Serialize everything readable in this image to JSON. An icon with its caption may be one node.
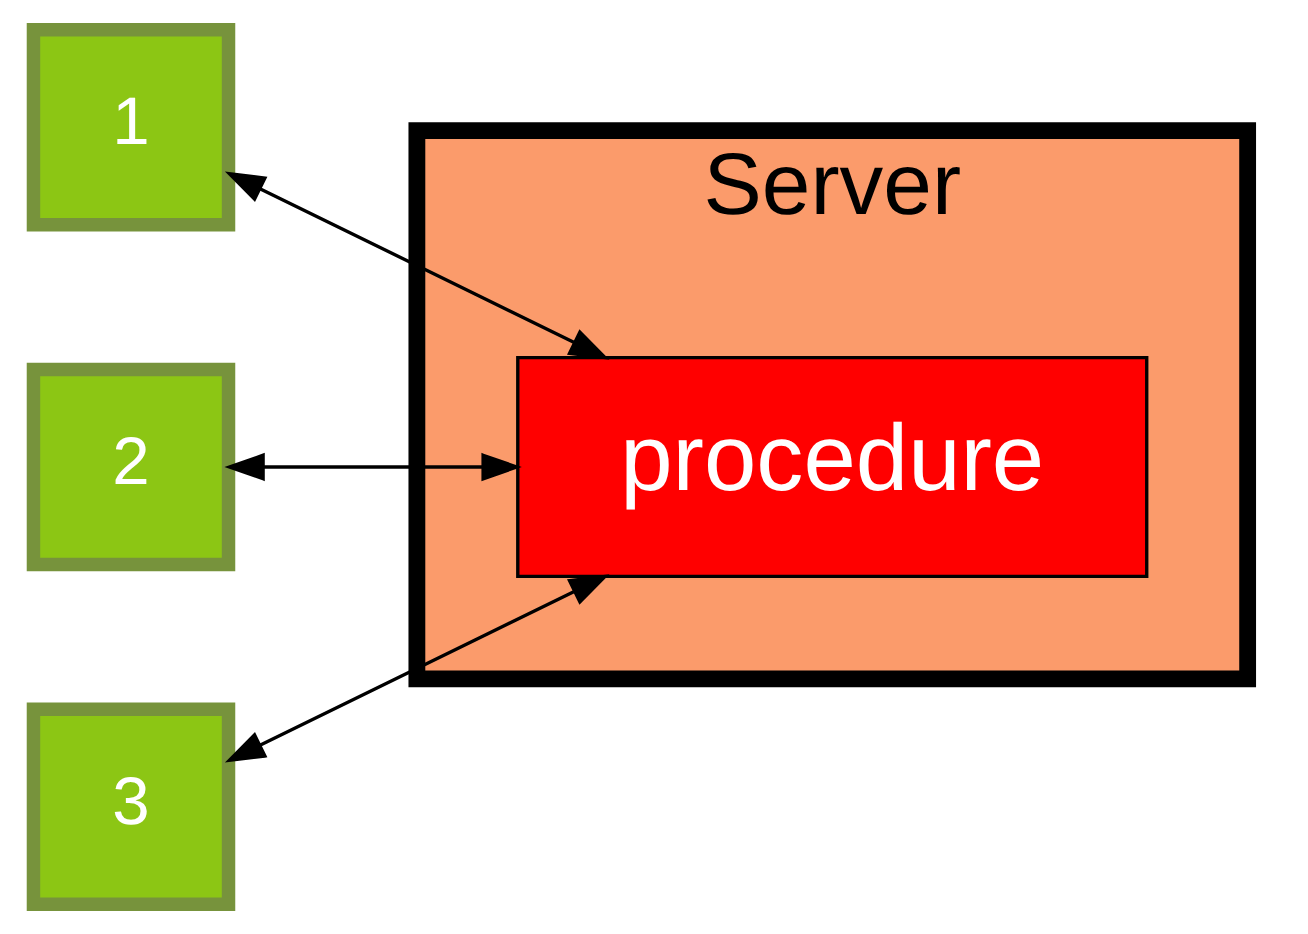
{
  "diagram": {
    "nodes": [
      {
        "text": [
          "Server"
        ]
      },
      {
        "text": [
          "procedure"
        ],
        "in": 0
      },
      {
        "text": [
          "1"
        ]
      },
      {
        "text": [
          "2"
        ]
      },
      {
        "text": [
          "3"
        ]
      }
    ],
    "edges": [
      {
        "from": 2,
        "to": 1,
        "arrow": "both"
      },
      {
        "from": 3,
        "to": 1,
        "arrow": "both"
      },
      {
        "from": 4,
        "to": 1,
        "arrow": "both"
      }
    ]
  }
}
